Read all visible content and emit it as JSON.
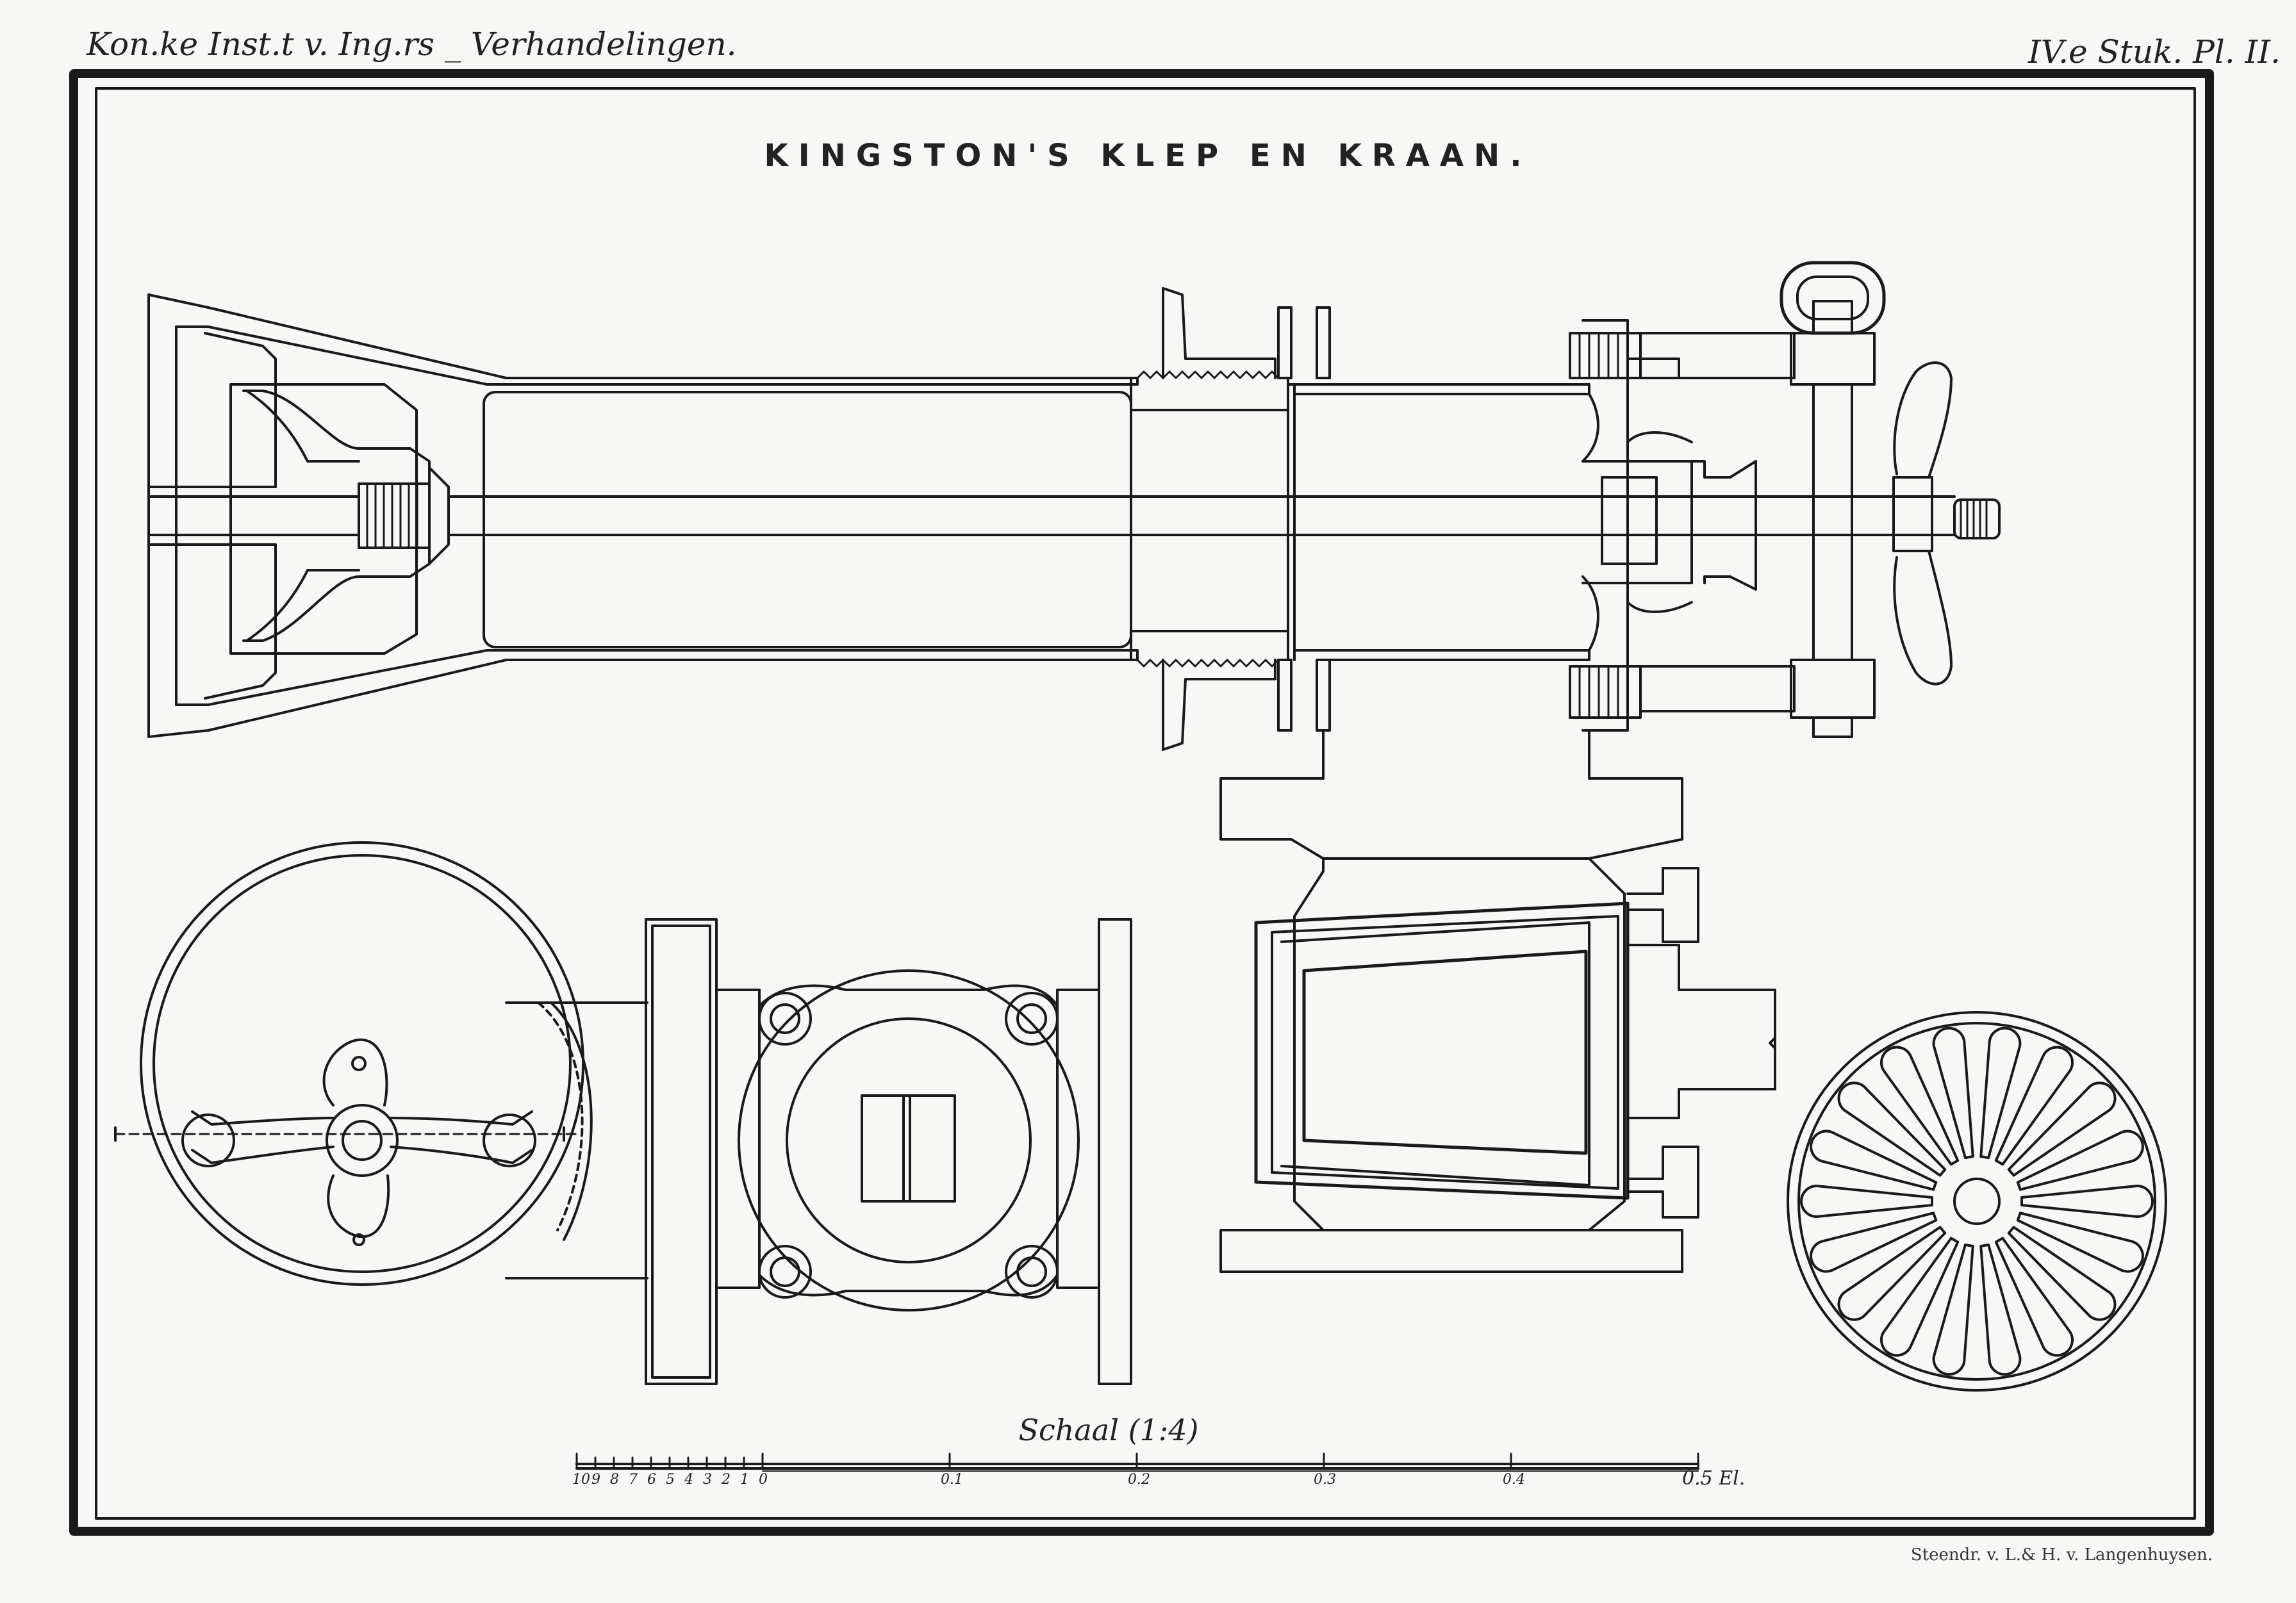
{
  "header": {
    "left": "Kon.ke Inst.t v. Ing.rs _ Verhandelingen.",
    "right": "IV.e Stuk. Pl. II."
  },
  "title": "KINGSTON'S KLEP EN KRAAN.",
  "scale": {
    "label": "Schaal (1:4)",
    "minor_ticks": [
      "10",
      "9",
      "8",
      "7",
      "6",
      "5",
      "4",
      "3",
      "2",
      "1",
      "0"
    ],
    "major_ticks": [
      "0.1",
      "0.2",
      "0.3",
      "0.4",
      "0.5 El."
    ]
  },
  "credit": "Steendr. v. L.& H. v. Langenhuysen.",
  "colors": {
    "ink": "#1a1a1a",
    "paper": "#f7f7f5"
  }
}
